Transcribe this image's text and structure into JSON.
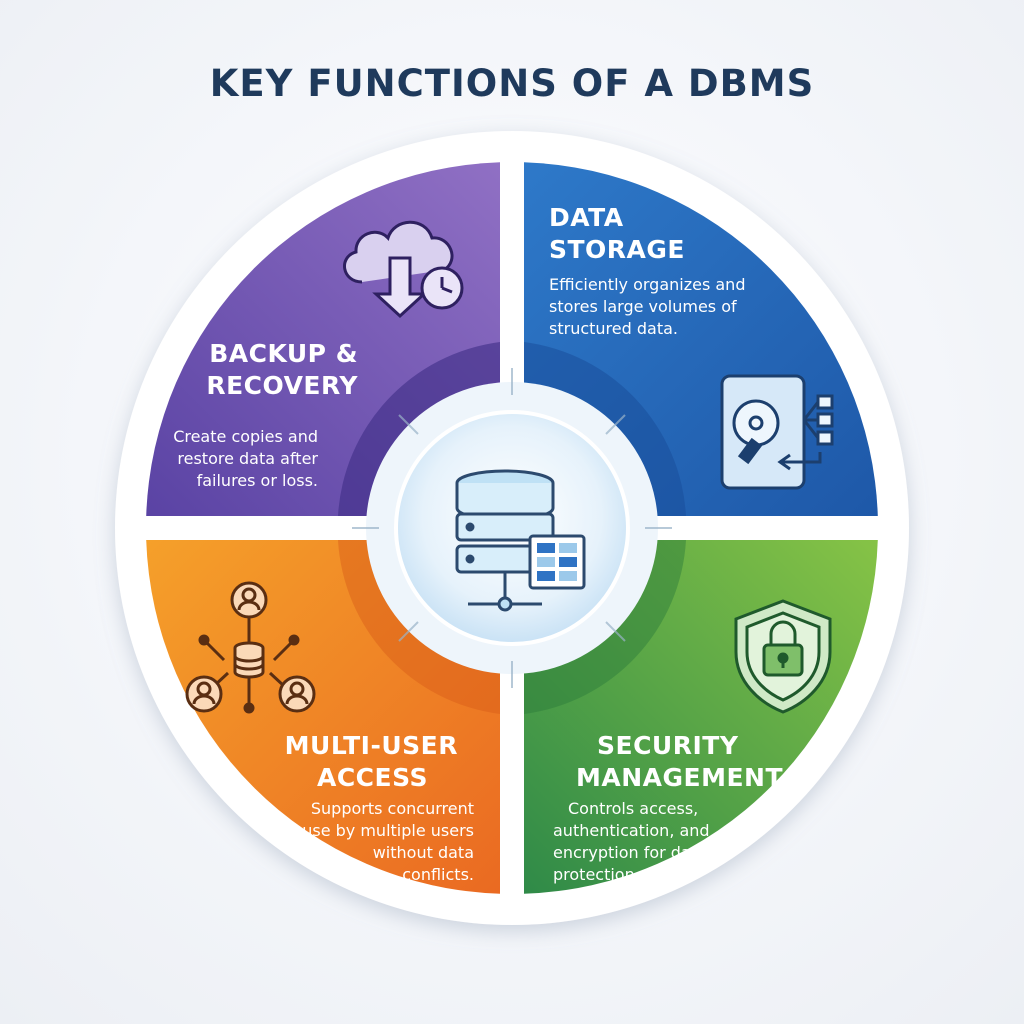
{
  "title": "KEY FUNCTIONS OF A DBMS",
  "quadrants": {
    "data_storage": {
      "title_lines": [
        "DATA",
        "STORAGE"
      ],
      "desc_lines": [
        "Efficiently organizes and",
        "stores large volumes of",
        "structured data."
      ],
      "icon": "hard-drive-icon",
      "color": "#2f73c4"
    },
    "security": {
      "title_lines": [
        "SECURITY",
        "MANAGEMENT"
      ],
      "desc_lines": [
        "Controls access,",
        "authentication, and",
        "encryption for data",
        "protection."
      ],
      "icon": "shield-lock-icon",
      "color": "#3f9a4a"
    },
    "multi_user": {
      "title_lines": [
        "MULTI-USER",
        "ACCESS"
      ],
      "desc_lines": [
        "Supports concurrent",
        "use by multiple users",
        "without data",
        "conflicts."
      ],
      "icon": "users-network-icon",
      "color": "#ee7d22"
    },
    "backup": {
      "title_lines": [
        "BACKUP &",
        "RECOVERY"
      ],
      "desc_lines": [
        "Create copies and",
        "restore data after",
        "failures or loss."
      ],
      "icon": "cloud-backup-icon",
      "color": "#6a4fb0"
    }
  },
  "center_icon": "database-server-icon"
}
